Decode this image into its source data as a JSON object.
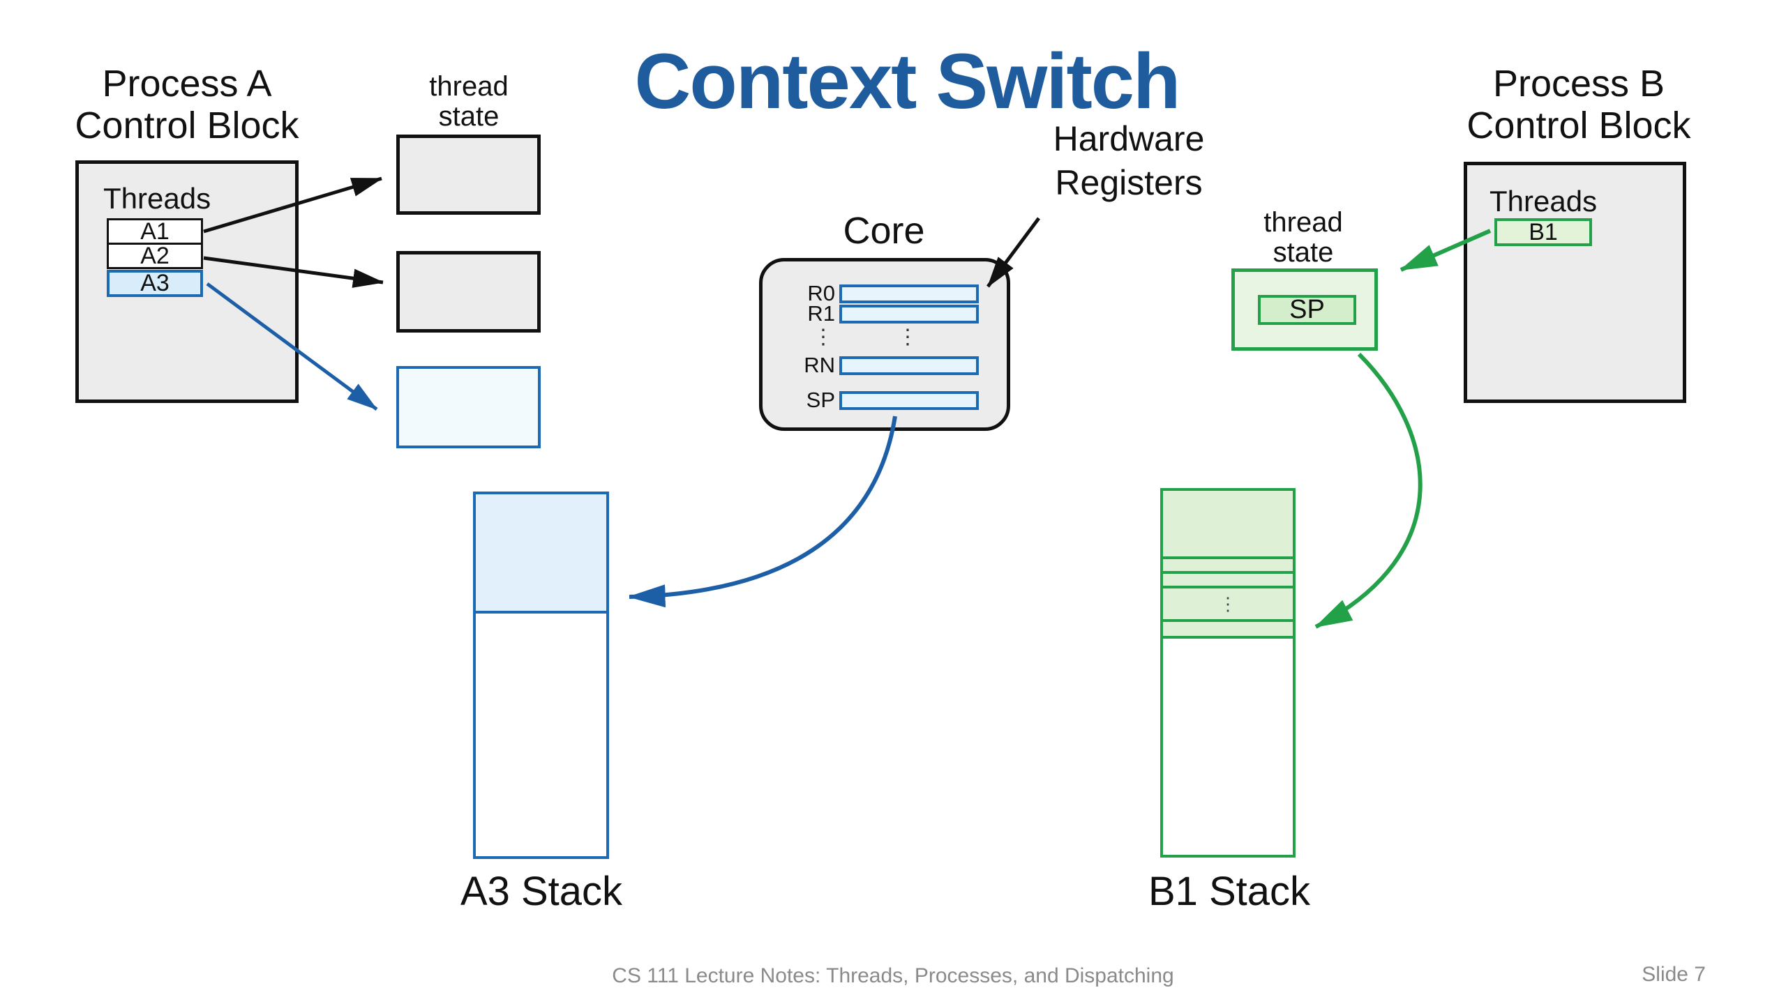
{
  "title": "Context Switch",
  "process_a": {
    "name_line1": "Process A",
    "name_line2": "Control Block",
    "threads_label": "Threads",
    "threads": [
      "A1",
      "A2",
      "A3"
    ]
  },
  "process_b": {
    "name_line1": "Process B",
    "name_line2": "Control Block",
    "threads_label": "Threads",
    "threads": [
      "B1"
    ]
  },
  "thread_state_left": {
    "line1": "thread",
    "line2": "state"
  },
  "thread_state_right": {
    "line1": "thread",
    "line2": "state",
    "sp": "SP"
  },
  "core": {
    "label": "Core",
    "registers": [
      "R0",
      "R1",
      "RN",
      "SP"
    ],
    "ellipsis": "⋮"
  },
  "hardware_registers": {
    "line1": "Hardware",
    "line2": "Registers"
  },
  "a3_stack": {
    "label": "A3 Stack"
  },
  "b1_stack": {
    "label": "B1 Stack",
    "ellipsis": "⋮"
  },
  "footer": {
    "caption": "CS 111 Lecture Notes: Threads, Processes, and Dispatching",
    "slide_number": "Slide 7"
  },
  "colors": {
    "title_blue": "#1e5c9e",
    "blue_border": "#1b6ab3",
    "blue_arrow": "#1d5fa7",
    "green": "#23a148",
    "gray_fill": "#ececec"
  }
}
